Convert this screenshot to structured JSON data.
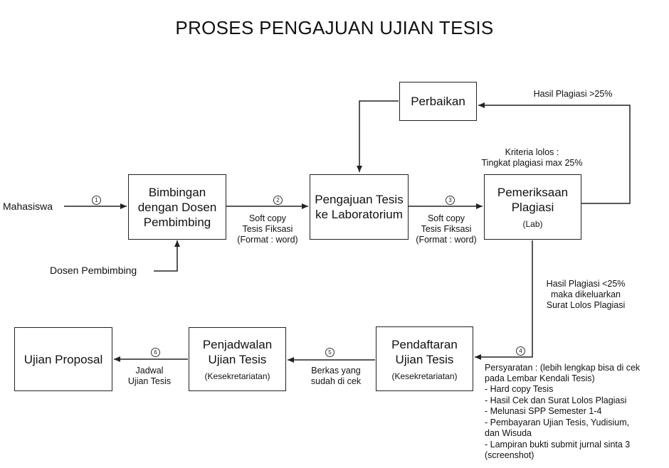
{
  "title": "PROSES PENGAJUAN UJIAN TESIS",
  "boxes": {
    "bimbingan": {
      "main": "Bimbingan\ndengan Dosen\nPembimbing"
    },
    "pengajuan": {
      "main": "Pengajuan Tesis\nke Laboratorium"
    },
    "pemeriksaan": {
      "main": "Pemeriksaan\nPlagiasi",
      "sub": "(Lab)"
    },
    "perbaikan": {
      "main": "Perbaikan"
    },
    "pendaftaran": {
      "main": "Pendaftaran\nUjian Tesis",
      "sub": "(Kesekretariatan)"
    },
    "penjadwalan": {
      "main": "Penjadwalan\nUjian Tesis",
      "sub": "(Kesekretariatan)"
    },
    "ujian": {
      "main": "Ujian Proposal"
    }
  },
  "labels": {
    "mahasiswa": "Mahasiswa",
    "dosen": "Dosen Pembimbing",
    "softcopy_1": "Soft copy\nTesis Fiksasi\n(Format : word)",
    "softcopy_2": "Soft copy\nTesis Fiksasi\n(Format : word)",
    "hasil_over": "Hasil Plagiasi >25%",
    "kriteria": "Kriteria lolos :\nTingkat plagiasi max 25%",
    "hasil_under": "Hasil Plagiasi <25%\nmaka dikeluarkan\nSurat Lolos Plagiasi",
    "berkas": "Berkas yang\nsudah di cek",
    "jadwal": "Jadwal\nUjian Tesis"
  },
  "steps": [
    "1",
    "2",
    "3",
    "4",
    "5",
    "6"
  ],
  "persyaratan": {
    "heading": "Persyaratan : (lebih lengkap bisa di cek\npada Lembar Kendali Tesis)",
    "items": [
      "- Hard copy Tesis",
      "- Hasil Cek dan Surat Lolos Plagiasi",
      "- Melunasi SPP Semester 1-4",
      "- Pembayaran Ujian Tesis, Yudisium,\n  dan Wisuda",
      "- Lampiran bukti submit jurnal sinta 3\n  (screenshot)"
    ]
  }
}
